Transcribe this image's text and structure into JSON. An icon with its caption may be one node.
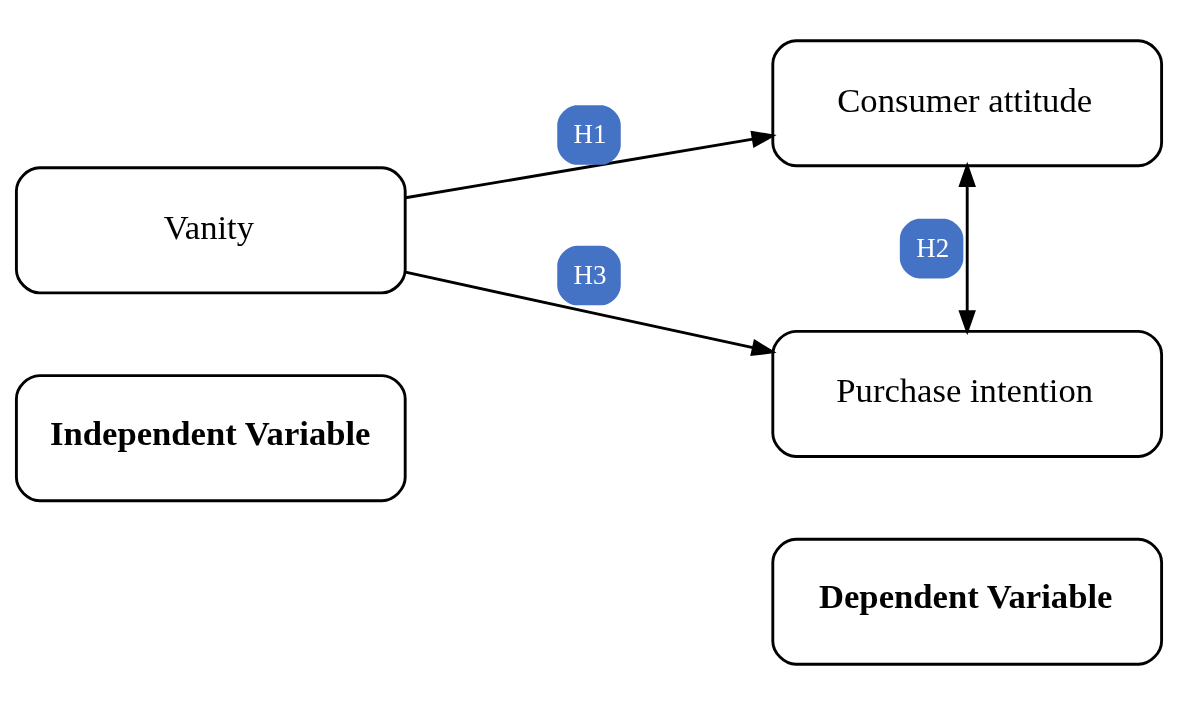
{
  "diagram": {
    "nodes": [
      {
        "text": [
          "Independent Variable"
        ]
      },
      {
        "text": [
          "Dependent Variable"
        ]
      },
      {
        "text": [
          "Vanity"
        ]
      },
      {
        "text": [
          "Consumer attitude"
        ]
      },
      {
        "text": [
          "Purchase intention"
        ]
      }
    ],
    "edges": [
      {
        "from": 2,
        "to": 3,
        "arrow": "to",
        "label": "H1"
      },
      {
        "from": 3,
        "to": 4,
        "arrow": "both",
        "label": "H2"
      },
      {
        "from": 2,
        "to": 4,
        "arrow": "to",
        "label": "H3"
      }
    ]
  }
}
